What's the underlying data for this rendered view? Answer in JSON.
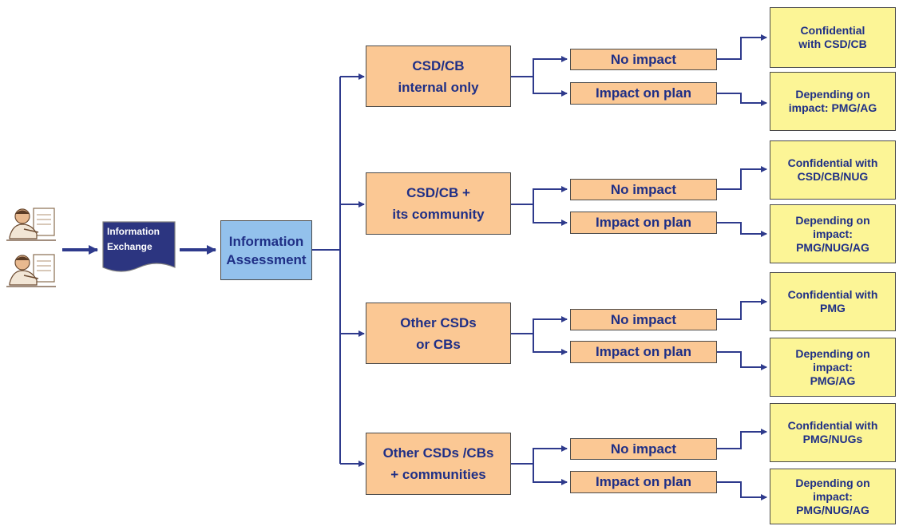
{
  "diagram": {
    "source_label": "Information\nExchange",
    "assessment_label": "Information\nAssessment",
    "branches": [
      {
        "label": "CSD/CB\ninternal only",
        "no_impact": {
          "label": "No impact",
          "outcome": "Confidential\nwith CSD/CB"
        },
        "impact": {
          "label": "Impact on plan",
          "outcome": "Depending on\nimpact: PMG/AG"
        }
      },
      {
        "label": "CSD/CB +\nits community",
        "no_impact": {
          "label": "No impact",
          "outcome": "Confidential with\nCSD/CB/NUG"
        },
        "impact": {
          "label": "Impact on plan",
          "outcome": "Depending on\nimpact:\nPMG/NUG/AG"
        }
      },
      {
        "label": "Other CSDs\nor CBs",
        "no_impact": {
          "label": "No impact",
          "outcome": "Confidential with\nPMG"
        },
        "impact": {
          "label": "Impact on plan",
          "outcome": "Depending on\nimpact:\nPMG/AG"
        }
      },
      {
        "label": "Other CSDs /CBs\n+ communities",
        "no_impact": {
          "label": "No impact",
          "outcome": "Confidential with\nPMG/NUGs"
        },
        "impact": {
          "label": "Impact on plan",
          "outcome": "Depending on\nimpact:\nPMG/NUG/AG"
        }
      }
    ],
    "colors": {
      "connector": "#2e3a8c",
      "category_fill": "#fbc894",
      "outcome_fill": "#fcf596",
      "assessment_fill": "#93c1ec",
      "document_fill": "#2c3580"
    },
    "icons": [
      "person-at-desk-icon",
      "person-at-desk-icon",
      "document-icon"
    ]
  }
}
